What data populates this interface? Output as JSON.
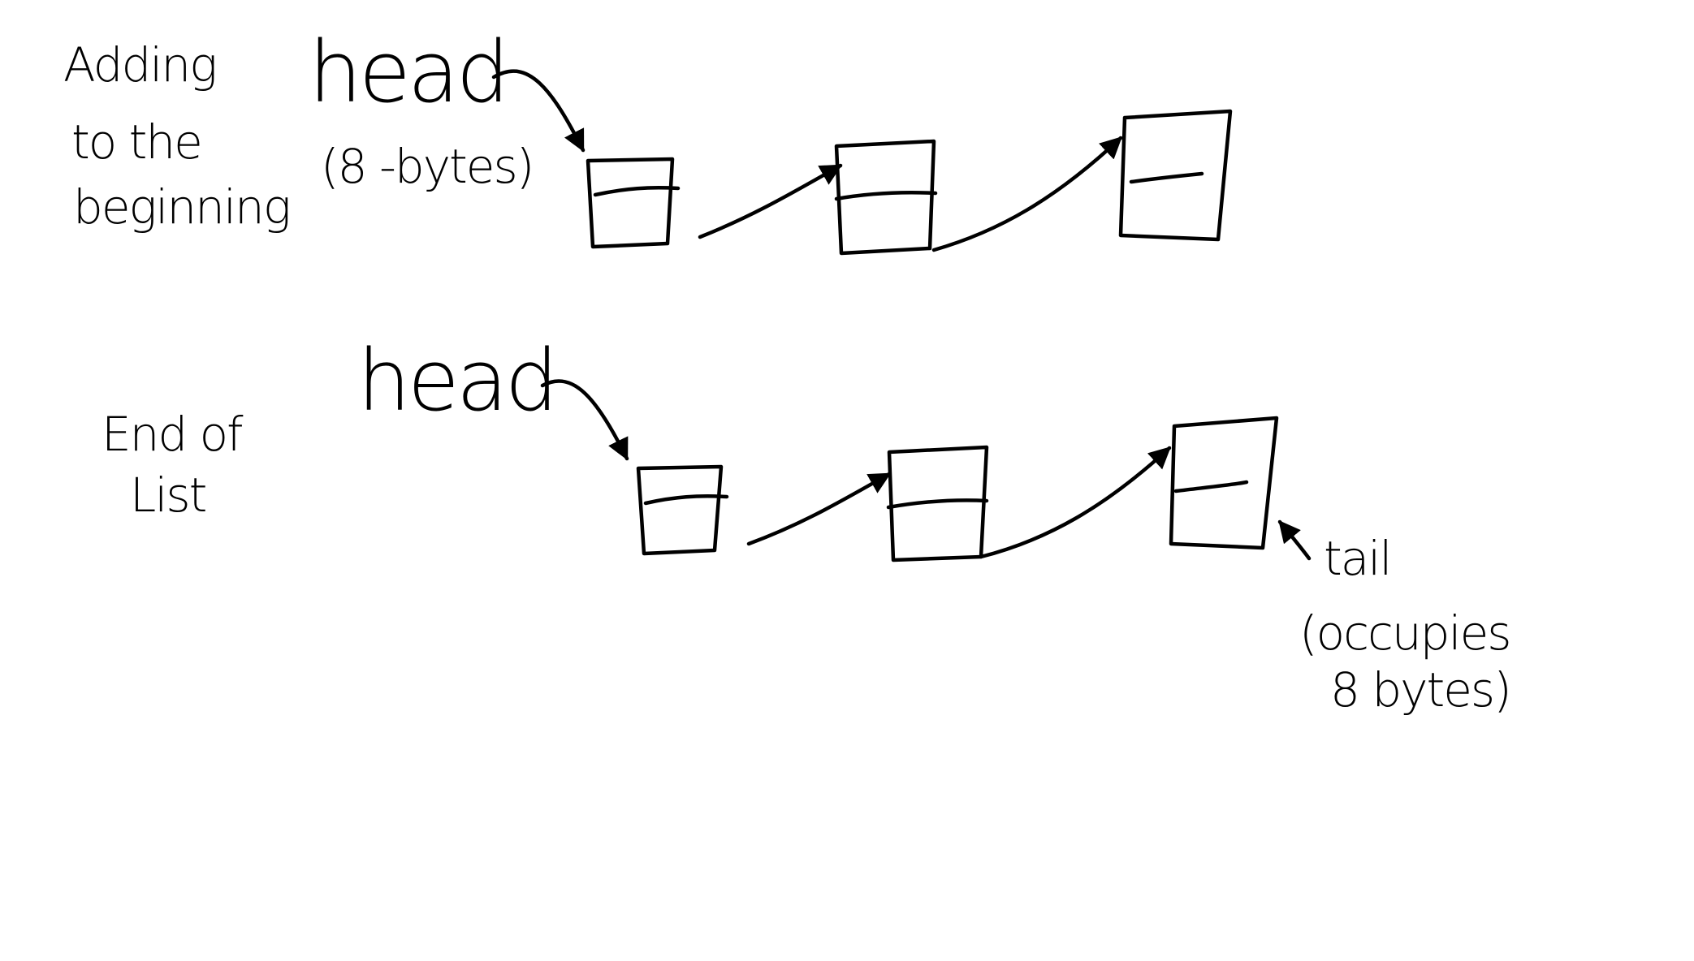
{
  "colors": {
    "ink": "#000000",
    "background": "#ffffff"
  },
  "sections": [
    {
      "title_lines": [
        "Adding",
        "to the",
        "beginning"
      ],
      "head_label": "head",
      "head_note": "(8 -bytes)"
    },
    {
      "title_lines": [
        "End of",
        "List"
      ],
      "head_label": "head",
      "tail_label": "tail",
      "tail_note_lines": [
        "(occupies",
        "8 bytes)"
      ]
    }
  ]
}
